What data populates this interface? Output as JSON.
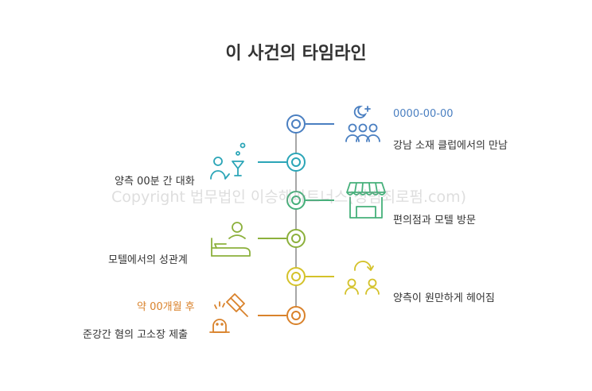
{
  "title": "이 사건의 타임라인",
  "watermark": "Copyright 법무법인 이승해파트너스(성범죄로펌.com)",
  "events": [
    {
      "date": "0000-00-00",
      "label": "강남 소재 클럽에서의 만남",
      "color": "#4a7fc1",
      "icon": "night-club-icon"
    },
    {
      "label": "양측 00분 간 대화",
      "color": "#2ba5b7",
      "icon": "drinking-conversation-icon"
    },
    {
      "label": "편의점과 모텔 방문",
      "color": "#45b07a",
      "icon": "store-icon"
    },
    {
      "label": "모텔에서의 성관계",
      "color": "#8cb03c",
      "icon": "bed-icon"
    },
    {
      "label": "양측이 원만하게 헤어짐",
      "color": "#d4c22a",
      "icon": "parting-icon"
    },
    {
      "date": "약 00개월 후",
      "label": "준강간 혐의 고소장 제출",
      "color": "#d9822b",
      "icon": "gavel-icon"
    }
  ]
}
